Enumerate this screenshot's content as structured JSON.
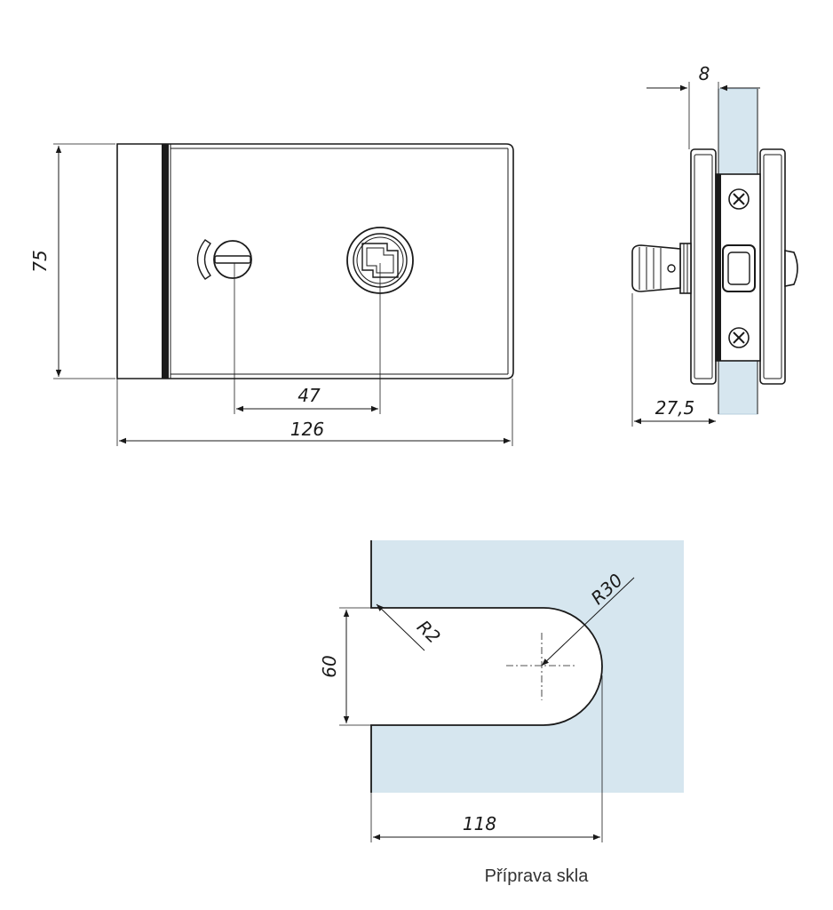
{
  "colors": {
    "line": "#1a1a1a",
    "glass": "#d6e6ef",
    "glass_edge": "#b8cfdd",
    "text": "#1a1a1a"
  },
  "front_view": {
    "dim_height": "75",
    "dim_center": "47",
    "dim_width": "126"
  },
  "side_view": {
    "dim_glass": "8",
    "dim_depth": "27,5"
  },
  "glass_prep": {
    "dim_radius_large": "R30",
    "dim_radius_small": "R2",
    "dim_slot": "60",
    "dim_depth": "118",
    "caption": "Příprava skla"
  }
}
